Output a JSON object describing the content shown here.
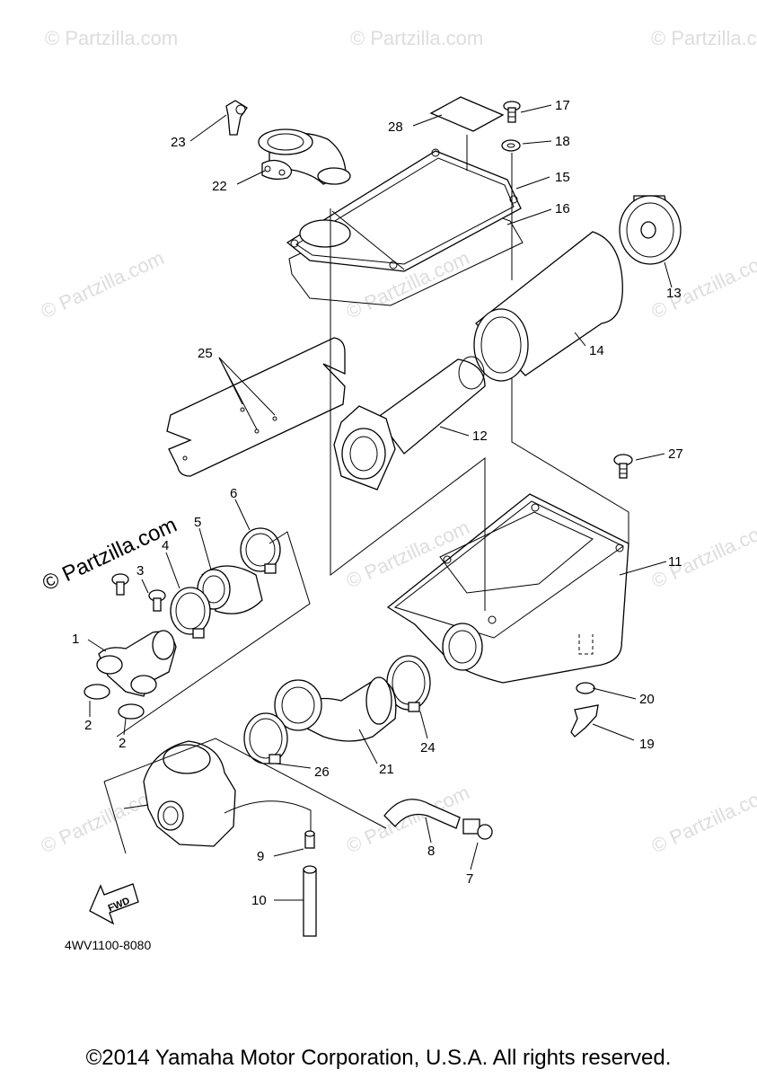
{
  "watermark": {
    "text": "© Partzilla.com"
  },
  "part_numbers": [
    "1",
    "2",
    "2",
    "3",
    "4",
    "5",
    "6",
    "7",
    "8",
    "9",
    "10",
    "11",
    "12",
    "13",
    "14",
    "15",
    "16",
    "17",
    "18",
    "19",
    "20",
    "21",
    "22",
    "23",
    "24",
    "25",
    "26",
    "27",
    "28"
  ],
  "fwd_label": "FWD",
  "diagram_code": "4WV1100-8080",
  "copyright": "©2014 Yamaha Motor Corporation, U.S.A. All rights reserved."
}
